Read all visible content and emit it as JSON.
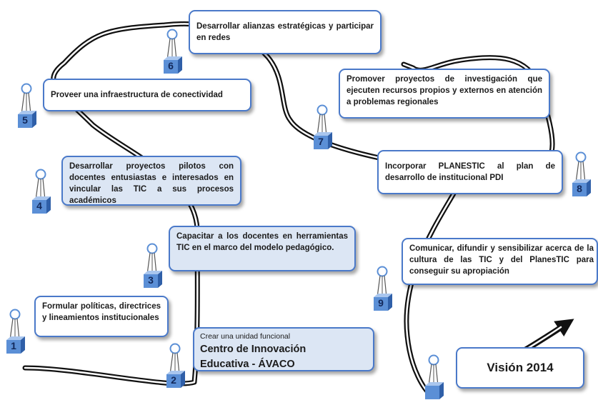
{
  "steps": [
    {
      "number": "1",
      "text": "Formular políticas, directrices y lineamientos institucionales"
    },
    {
      "number": "2",
      "small": "Crear una unidad funcional",
      "title_line1": "Centro de Innovación",
      "title_line2": "Educativa - ÁVACO"
    },
    {
      "number": "3",
      "text": "Capacitar a los docentes en herramientas TIC en el marco del modelo pedagógico."
    },
    {
      "number": "4",
      "text": "Desarrollar proyectos pilotos con docentes entusiastas e interesados en vincular las TIC a sus procesos académicos"
    },
    {
      "number": "5",
      "text": "Proveer una infraestructura de conectividad"
    },
    {
      "number": "6",
      "text": "Desarrollar alianzas estratégicas y participar en redes"
    },
    {
      "number": "7",
      "text": "Promover proyectos de investigación que ejecuten recursos propios y externos en atención a problemas regionales"
    },
    {
      "number": "8",
      "text": "Incorporar PLANESTIC al plan de desarrollo de institucional PDI"
    },
    {
      "number": "9",
      "text": "Comunicar, difundir y sensibilizar acerca de la cultura de las TIC y del PlanesTIC para conseguir su apropiación"
    }
  ],
  "vision": "Visión 2014",
  "colors": {
    "border": "#4a79c9",
    "box_fill_blue": "#dce6f4",
    "marker_blue": "#5b8fd6",
    "road": "#111111"
  }
}
